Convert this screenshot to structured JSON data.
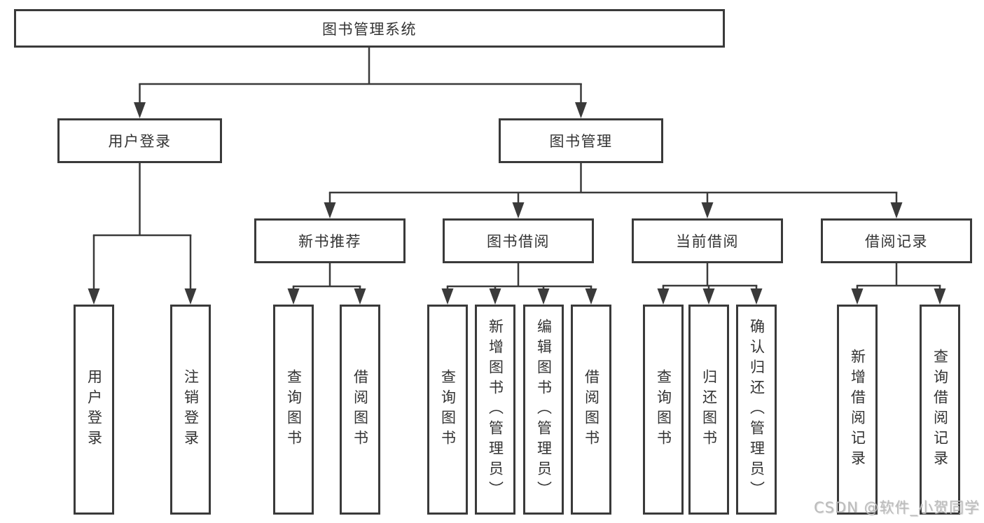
{
  "diagram": {
    "root": {
      "label": "图书管理系统"
    },
    "level2": [
      {
        "label": "用户登录"
      },
      {
        "label": "图书管理"
      }
    ],
    "level3": [
      {
        "label": "新书推荐"
      },
      {
        "label": "图书借阅"
      },
      {
        "label": "当前借阅"
      },
      {
        "label": "借阅记录"
      }
    ],
    "leaves": {
      "user_login": [
        "用户登录",
        "注销登录"
      ],
      "new_books": [
        "查询图书",
        "借阅图书"
      ],
      "book_borrow": [
        "查询图书",
        "新增图书（管理员）",
        "编辑图书（管理员）",
        "借阅图书"
      ],
      "current_borrow": [
        "查询图书",
        "归还图书",
        "确认归还（管理员）"
      ],
      "borrow_records": [
        "新增借阅记录",
        "查询借阅记录"
      ]
    },
    "colors": {
      "line": "#3a3a3a",
      "text": "#333333",
      "box_background": "#ffffff",
      "watermark": "#bcbcbc"
    },
    "watermark": "CSDN @软件_小贺同学"
  }
}
